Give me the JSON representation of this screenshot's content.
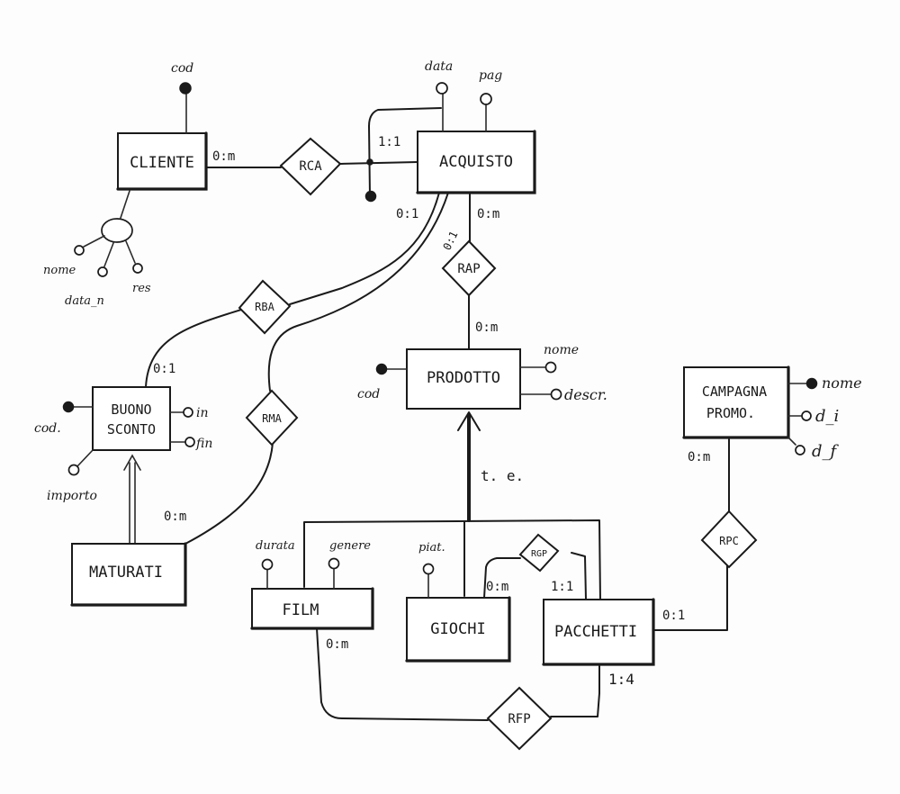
{
  "entities": {
    "cliente": "CLIENTE",
    "acquisto": "ACQUISTO",
    "prodotto": "PRODOTTO",
    "buono_line1": "BUONO",
    "buono_line2": "SCONTO",
    "maturati": "MATURATI",
    "campagna_line1": "CAMPAGNA",
    "campagna_line2": "PROMO.",
    "film": "FILM",
    "giochi": "GIOCHI",
    "pacchetti": "PACCHETTI"
  },
  "relationships": {
    "rca": "RCA",
    "rap": "RAP",
    "rba": "RBA",
    "rma": "RMA",
    "rgp": "RGP",
    "rpc": "RPC",
    "rfp": "RFP"
  },
  "attributes": {
    "cliente_cod": "cod",
    "cliente_nome": "nome",
    "cliente_data_n": "data_n",
    "cliente_res": "res",
    "acquisto_data": "data",
    "acquisto_pag": "pag",
    "prodotto_cod": "cod",
    "prodotto_nome": "nome",
    "prodotto_descr": "descr.",
    "buono_cod": "cod.",
    "buono_in": "in",
    "buono_fin": "fin",
    "buono_importo": "importo",
    "campagna_nome": "nome",
    "campagna_di": "d_i",
    "campagna_df": "d_f",
    "film_durata": "durata",
    "film_genere": "genere",
    "giochi_piatt": "piat.",
    "generalization": "t. e."
  },
  "cardinalities": {
    "cliente_rca": "0:m",
    "acquisto_rca": "1:1",
    "acquisto_rba": "0:1",
    "acquisto_rma": "0:1",
    "acquisto_rap": "0:m",
    "prodotto_rap": "0:m",
    "buono_rba": "0:1",
    "maturati_rma": "0:m",
    "campagna_rpc": "0:m",
    "pacchetti_rpc": "0:1",
    "giochi_rgp": "0:m",
    "pacchetti_rgp": "1:1",
    "film_rfp": "0:m",
    "pacchetti_rfp": "1:4"
  }
}
